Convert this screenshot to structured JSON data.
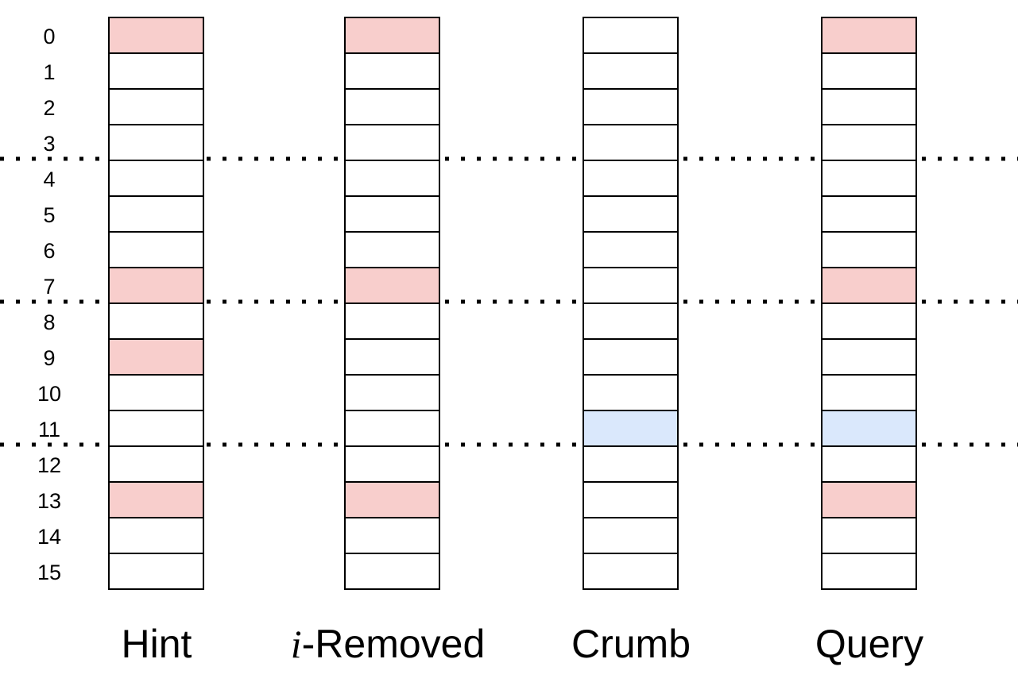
{
  "row_labels": [
    "0",
    "1",
    "2",
    "3",
    "4",
    "5",
    "6",
    "7",
    "8",
    "9",
    "10",
    "11",
    "12",
    "13",
    "14",
    "15"
  ],
  "columns": [
    {
      "label": "Hint",
      "cells": [
        "red",
        "white",
        "white",
        "white",
        "white",
        "white",
        "white",
        "red",
        "white",
        "red",
        "white",
        "white",
        "white",
        "red",
        "white",
        "white"
      ]
    },
    {
      "label_prefix": "i",
      "label": "-Removed",
      "cells": [
        "red",
        "white",
        "white",
        "white",
        "white",
        "white",
        "white",
        "red",
        "white",
        "white",
        "white",
        "white",
        "white",
        "red",
        "white",
        "white"
      ]
    },
    {
      "label": "Crumb",
      "cells": [
        "white",
        "white",
        "white",
        "white",
        "white",
        "white",
        "white",
        "white",
        "white",
        "white",
        "white",
        "blue",
        "white",
        "white",
        "white",
        "white"
      ]
    },
    {
      "label": "Query",
      "cells": [
        "red",
        "white",
        "white",
        "white",
        "white",
        "white",
        "white",
        "red",
        "white",
        "white",
        "white",
        "blue",
        "white",
        "red",
        "white",
        "white"
      ]
    }
  ],
  "dotted_line_after_rows": [
    3,
    7,
    11
  ],
  "colors": {
    "red": "#f8cecc",
    "blue": "#dae8fc",
    "white": "#ffffff",
    "stroke": "#000000"
  }
}
